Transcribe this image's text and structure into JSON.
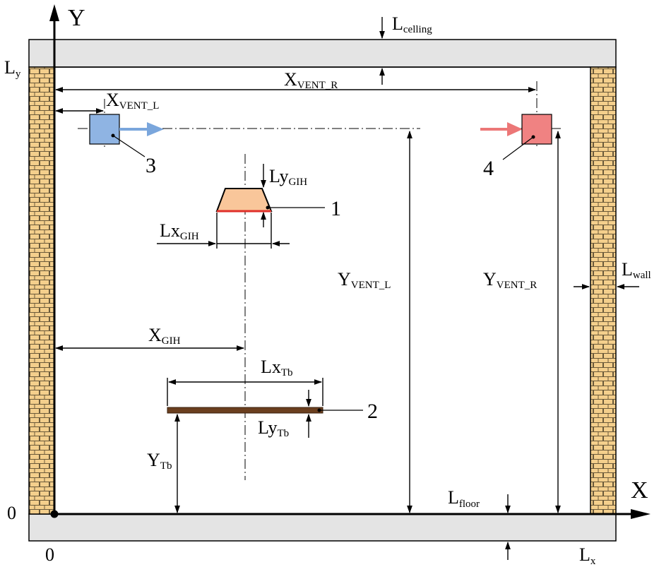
{
  "axes": {
    "x": "X",
    "y": "Y",
    "origin_x": "0",
    "origin_y": "0",
    "lx": "L",
    "lx_sub": "x",
    "ly": "L",
    "ly_sub": "y"
  },
  "labels": {
    "ceiling": {
      "main": "L",
      "sub": "celling"
    },
    "floor": {
      "main": "L",
      "sub": "floor"
    },
    "wall": {
      "main": "L",
      "sub": "wall"
    },
    "x_vent_r": {
      "main": "X",
      "sub": "VENT_R"
    },
    "x_vent_l": {
      "main": "X",
      "sub": "VENT_L"
    },
    "y_vent_l": {
      "main": "Y",
      "sub": "VENT_L"
    },
    "y_vent_r": {
      "main": "Y",
      "sub": "VENT_R"
    },
    "ly_gih": {
      "main": "Ly",
      "sub": "GIH"
    },
    "lx_gih": {
      "main": "Lx",
      "sub": "GIH"
    },
    "x_gih": {
      "main": "X",
      "sub": "GIH"
    },
    "lx_tb": {
      "main": "Lx",
      "sub": "Tb"
    },
    "ly_tb": {
      "main": "Ly",
      "sub": "Tb"
    },
    "y_tb": {
      "main": "Y",
      "sub": "Tb"
    }
  },
  "callouts": {
    "heater": "1",
    "table": "2",
    "inlet": "3",
    "outlet": "4"
  },
  "colors": {
    "slab": "#e4e4e4",
    "brick": "#f4cf8c",
    "brick_line": "#6b5a3a",
    "inlet": "#8fb4e3",
    "inlet_arrow": "#7aa6dc",
    "outlet": "#f08282",
    "outlet_arrow": "#ec7777",
    "heater": "#f9c69a",
    "heater_edge": "#e0302a",
    "table": "#6b3f1f"
  }
}
